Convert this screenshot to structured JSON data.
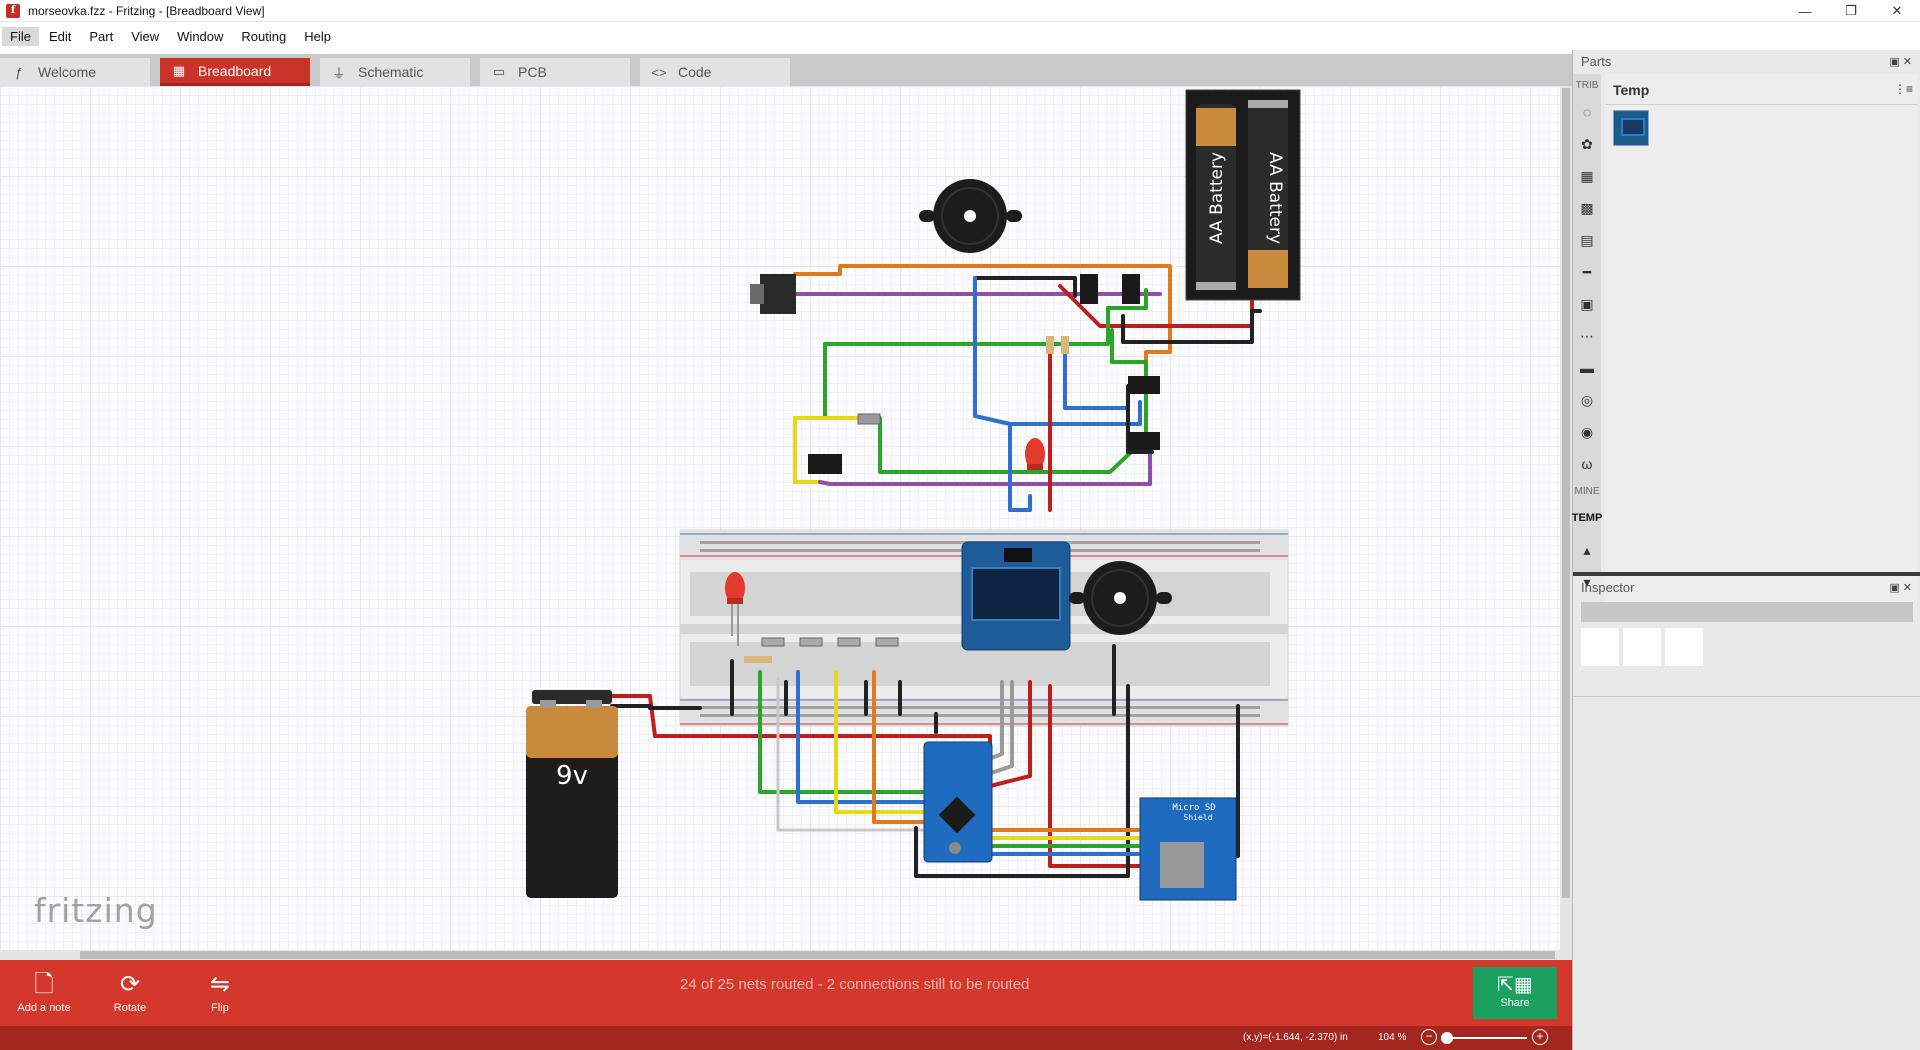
{
  "window": {
    "title": "morseovka.fzz - Fritzing - [Breadboard View]",
    "app_icon": "f",
    "minimize": "—",
    "restore": "❐",
    "close": "✕"
  },
  "menu": [
    "File",
    "Edit",
    "Part",
    "View",
    "Window",
    "Routing",
    "Help"
  ],
  "tabs": [
    {
      "label": "Welcome",
      "icon": "ƒ",
      "icon_name": "fritzing-logo-icon"
    },
    {
      "label": "Breadboard",
      "icon": "▦",
      "icon_name": "breadboard-icon"
    },
    {
      "label": "Schematic",
      "icon": "⏚",
      "icon_name": "schematic-icon"
    },
    {
      "label": "PCB",
      "icon": "▭",
      "icon_name": "pcb-icon"
    },
    {
      "label": "Code",
      "icon": "<>",
      "icon_name": "code-icon"
    }
  ],
  "canvas": {
    "watermark": "fritzing",
    "battery_9v_label": "9v",
    "aa_battery_label_1": "AA Battery",
    "aa_battery_label_2": "AA Battery",
    "microsd_label_1": "Micro SD",
    "microsd_label_2": "Shield"
  },
  "toolbar": {
    "add_note": "Add a note",
    "rotate": "Rotate",
    "flip": "Flip",
    "routing_status": "24 of 25 nets routed - 2 connections still to be routed",
    "share": "Share"
  },
  "statusbar": {
    "coords": "(x,y)=(-1.644, -2.370) in",
    "zoom": "104 %",
    "zoom_out": "−",
    "zoom_in": "+"
  },
  "parts": {
    "title": "Parts",
    "bin_title": "Temp",
    "bins": [
      "TRIB",
      "MINE",
      "TEMP"
    ],
    "undock": "▣ ✕",
    "menu": "⋮≡"
  },
  "inspector": {
    "title": "Inspector",
    "undock": "▣ ✕"
  },
  "colors": {
    "accent": "#d4372c",
    "active_tab": "#c93328",
    "share": "#1aa15f",
    "statusbar": "#a3271e"
  }
}
